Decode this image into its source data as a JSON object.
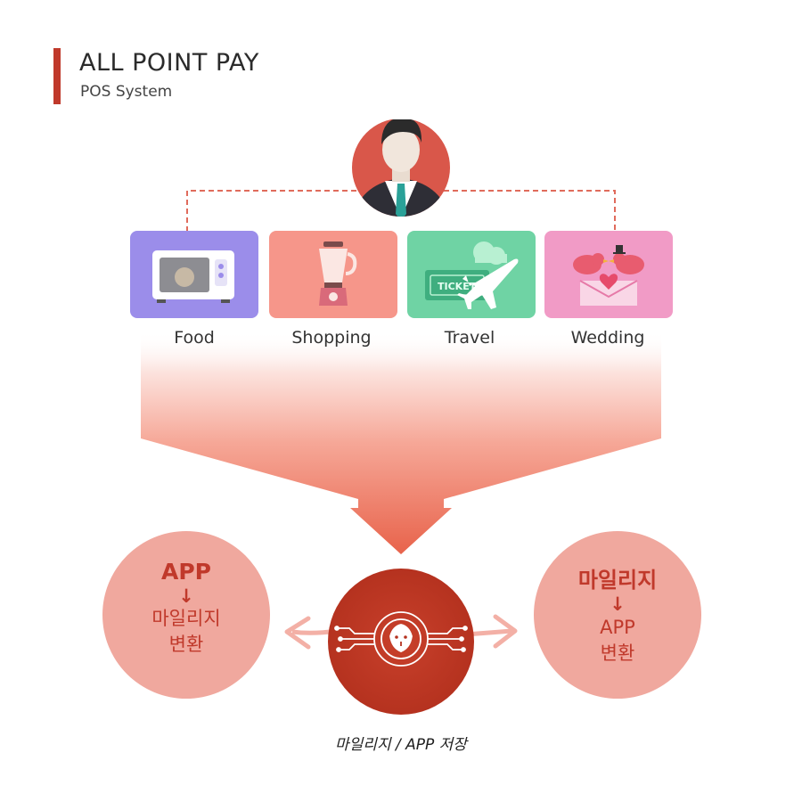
{
  "header": {
    "title": "ALL POINT PAY",
    "subtitle": "POS System"
  },
  "categories": [
    {
      "label": "Food",
      "icon": "microwave-icon",
      "color": "#9b8dea"
    },
    {
      "label": "Shopping",
      "icon": "blender-icon",
      "color": "#f6968a"
    },
    {
      "label": "Travel",
      "icon": "plane-ticket-icon",
      "color": "#6fd3a4"
    },
    {
      "label": "Wedding",
      "icon": "love-birds-envelope-icon",
      "color": "#f19bc6"
    }
  ],
  "left_circle": {
    "title": "APP",
    "arrow": "↓",
    "line1": "마일리지",
    "line2": "변환"
  },
  "right_circle": {
    "title": "마일리지",
    "arrow": "↓",
    "line1": "APP",
    "line2": "변환"
  },
  "center": {
    "icon": "lion-crest-icon",
    "caption": "마일리지 / APP 저장"
  },
  "colors": {
    "accent": "#c0392b",
    "circle_light": "#f0a89e",
    "circle_dark": "#c13a26",
    "avatar_bg": "#d9574a"
  }
}
